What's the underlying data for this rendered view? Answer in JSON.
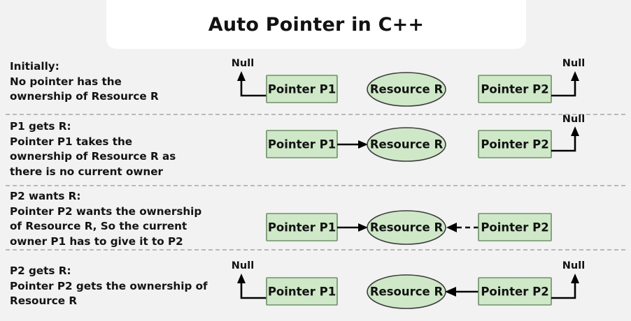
{
  "title": "Auto Pointer in C++",
  "theme": {
    "background": "#f2f2f2",
    "banner_background": "#ffffff",
    "node_fill": "#cfe8c8",
    "node_stroke": "#6f8f68",
    "ellipse_stroke": "#3c3c3c",
    "arrow_color": "#000000",
    "separator_color": "#b9b9b9",
    "text_color": "#121212"
  },
  "labels": {
    "pointer_p1": "Pointer P1",
    "pointer_p2": "Pointer P2",
    "resource_r": "Resource R",
    "null": "Null"
  },
  "steps": [
    {
      "id": "initially",
      "heading": "Initially:",
      "description": "No pointer has the\nownership of Resource R",
      "caption": "Initially:\nNo pointer has the\nownership of Resource R",
      "p1_target": "Null",
      "p2_target": "Null",
      "p1_link": "elbow-up-left",
      "p2_link": "elbow-up-right",
      "p1_null_visible": true,
      "p2_null_visible": true,
      "resource_owner": "none"
    },
    {
      "id": "p1-gets-r",
      "heading": "P1 gets R:",
      "description": "Pointer P1 takes the\nownership of Resource R as\nthere is no current owner",
      "caption": "P1 gets R:\nPointer P1 takes the\nownership of Resource R as\nthere is no current owner",
      "p1_target": "Resource R",
      "p2_target": "Null",
      "p1_link": "solid-right",
      "p2_link": "elbow-up-right",
      "p1_null_visible": false,
      "p2_null_visible": true,
      "resource_owner": "P1"
    },
    {
      "id": "p2-wants-r",
      "heading": "P2 wants R:",
      "description": "Pointer P2 wants the ownership\nof Resource R, So the current\nowner P1 has to give it to P2",
      "caption": "P2 wants R:\nPointer P2 wants the ownership\nof Resource R, So the current\nowner P1 has to give it to P2",
      "p1_target": "Resource R",
      "p2_target": "Resource R",
      "p1_link": "solid-right",
      "p2_link": "dashed-left",
      "p1_null_visible": false,
      "p2_null_visible": false,
      "resource_owner": "P1"
    },
    {
      "id": "p2-gets-r",
      "heading": "P2 gets R:",
      "description": "Pointer P2 gets the ownership of\nResource R",
      "caption": "P2 gets R:\nPointer P2 gets the ownership of\nResource R",
      "p1_target": "Null",
      "p2_target": "Resource R",
      "p1_link": "elbow-up-left",
      "p2_link": "solid-left",
      "p1_null_visible": true,
      "p2_null_visible": true,
      "resource_owner": "P2"
    }
  ]
}
